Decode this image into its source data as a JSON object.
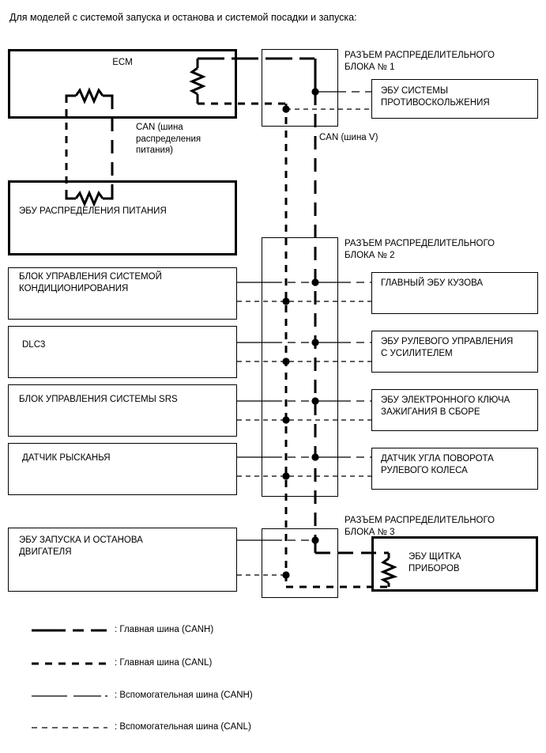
{
  "caption": "Для моделей с системой запуска и останова и системой посадки и запуска:",
  "blocks": {
    "ecm": "ECM",
    "power_distribution_ecu": "ЭБУ РАСПРЕДЕЛЕНИЯ ПИТАНИЯ",
    "ac_control": "БЛОК УПРАВЛЕНИЯ СИСТЕМОЙ\nКОНДИЦИОНИРОВАНИЯ",
    "dlc3": "DLC3",
    "srs_control": "БЛОК УПРАВЛЕНИЯ СИСТЕМЫ SRS",
    "yaw_sensor": "ДАТЧИК РЫСКАНЬЯ",
    "start_stop_ecu": "ЭБУ ЗАПУСКА И ОСТАНОВА\nДВИГАТЕЛЯ",
    "skid_control_ecu": "ЭБУ СИСТЕМЫ\nПРОТИВОСКОЛЬЖЕНИЯ",
    "main_body_ecu": "ГЛАВНЫЙ ЭБУ КУЗОВА",
    "power_steering_ecu": "ЭБУ РУЛЕВОГО УПРАВЛЕНИЯ\nС УСИЛИТЕЛЕМ",
    "smart_key_ecu": "ЭБУ ЭЛЕКТРОННОГО КЛЮЧА\nЗАЖИГАНИЯ В СБОРЕ",
    "steering_angle_sensor": "ДАТЧИК УГЛА ПОВОРОТА\nРУЛЕВОГО КОЛЕСА",
    "combination_meter_ecu": "ЭБУ ЩИТКА\nПРИБОРОВ"
  },
  "junction_blocks": {
    "jb1": "РАЗЪЕМ РАСПРЕДЕЛИТЕЛЬНОГО\nБЛОКА № 1",
    "jb2": "РАЗЪЕМ РАСПРЕДЕЛИТЕЛЬНОГО\nБЛОКА № 2",
    "jb3": "РАЗЪЕМ РАСПРЕДЕЛИТЕЛЬНОГО\nБЛОКА № 3"
  },
  "bus_labels": {
    "can_power_distribution": "CAN (шина\nраспределения\nпитания)",
    "can_v": "CAN (шина V)"
  },
  "legend": [
    {
      "key": "main-canh",
      "label": ": Главная шина (CANH)"
    },
    {
      "key": "main-canl",
      "label": ": Главная шина (CANL)"
    },
    {
      "key": "sub-canh",
      "label": ": Вспомогательная шина (CANH)"
    },
    {
      "key": "sub-canl",
      "label": ": Вспомогательная шина (CANL)"
    }
  ],
  "colors": {
    "line": "#000000",
    "background": "#ffffff"
  }
}
